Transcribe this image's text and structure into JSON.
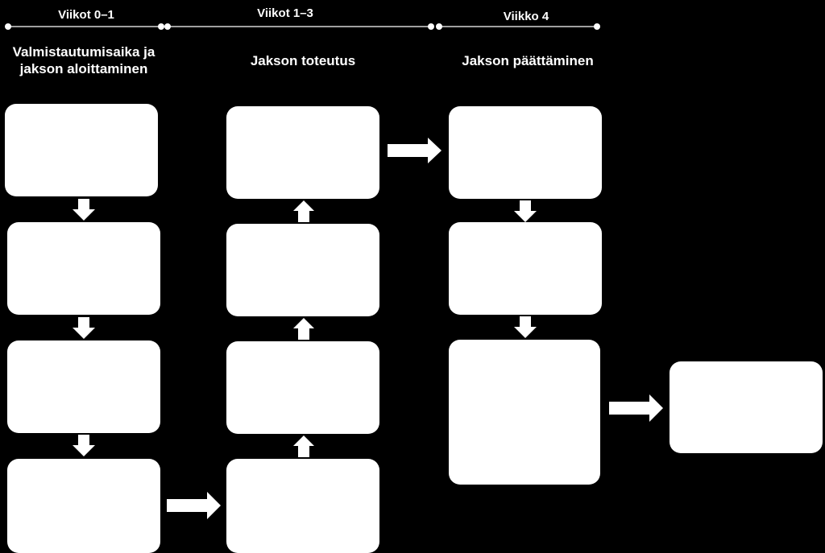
{
  "timeline": {
    "periods": [
      {
        "label": "Viikot 0–1"
      },
      {
        "label": "Viikot 1–3"
      },
      {
        "label": "Viikko 4"
      }
    ]
  },
  "sections": [
    {
      "title_line1": "Valmistautumisaika ja",
      "title_line2": "jakson aloittaminen"
    },
    {
      "title_line1": "Jakson toteutus",
      "title_line2": ""
    },
    {
      "title_line1": "Jakson päättäminen",
      "title_line2": ""
    }
  ],
  "colors": {
    "background": "#000000",
    "foreground": "#ffffff"
  }
}
